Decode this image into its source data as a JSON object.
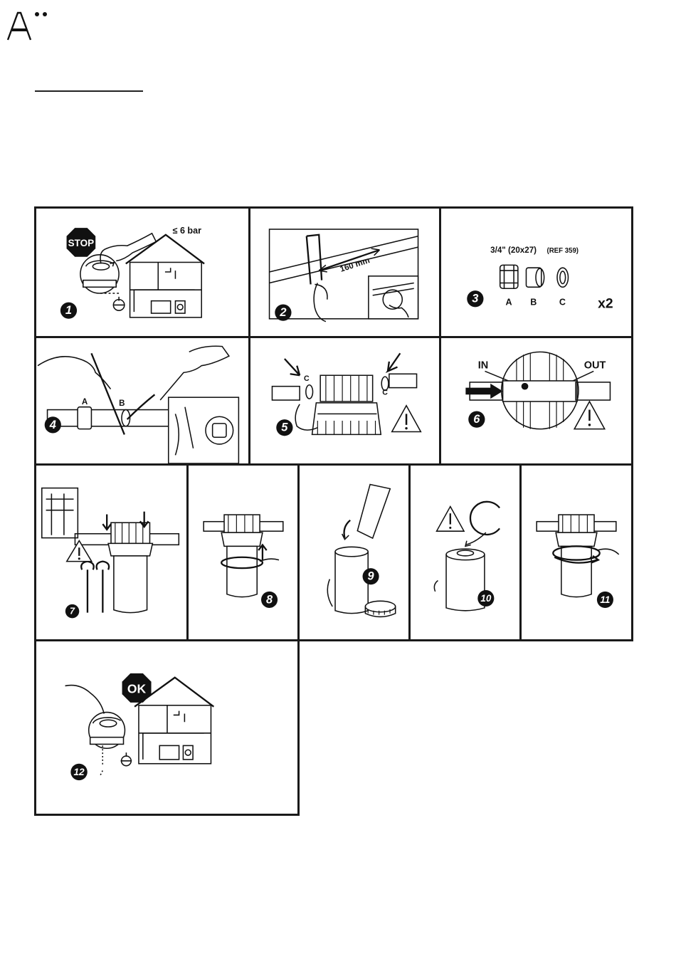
{
  "header": {
    "logo_letter": "A"
  },
  "steps": [
    {
      "number": "1",
      "badge": "STOP",
      "pressure": "≤ 6 bar"
    },
    {
      "number": "2",
      "measure": "160 mm"
    },
    {
      "number": "3",
      "size": "3/4\" (20x27)",
      "ref": "(REF 359)",
      "part_a": "A",
      "part_b": "B",
      "part_c": "C",
      "quantity": "x2"
    },
    {
      "number": "4",
      "part_a": "A",
      "part_b": "B"
    },
    {
      "number": "5",
      "part_c_left": "C",
      "part_c_right": "C"
    },
    {
      "number": "6",
      "in_label": "IN",
      "out_label": "OUT"
    },
    {
      "number": "7"
    },
    {
      "number": "8"
    },
    {
      "number": "9"
    },
    {
      "number": "10"
    },
    {
      "number": "11"
    },
    {
      "number": "12",
      "badge": "OK"
    }
  ]
}
